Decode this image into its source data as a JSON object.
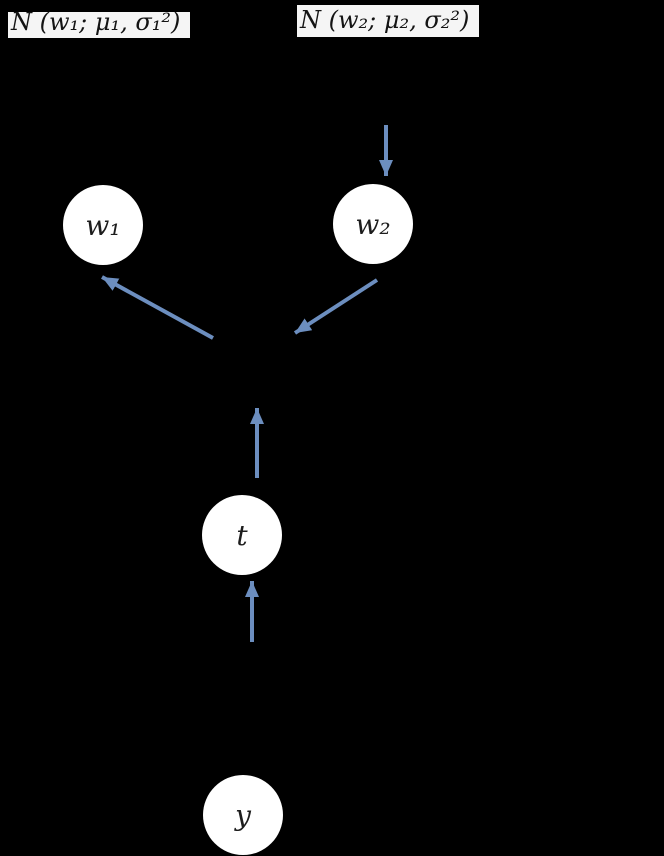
{
  "colors": {
    "background": "#000000",
    "node_fill": "#ffffff",
    "node_text": "#1d1d1d",
    "arrow": "#6c8ebf",
    "prior_bg": "#f5f5f5",
    "prior_text": "#141414"
  },
  "priors": {
    "w1": "N (w₁; μ₁, σ₁²)",
    "w2": "N (w₂; μ₂, σ₂²)"
  },
  "nodes": {
    "w1": {
      "label": "w₁"
    },
    "w2": {
      "label": "w₂"
    },
    "t": {
      "label": "t"
    },
    "y": {
      "label": "y"
    }
  }
}
